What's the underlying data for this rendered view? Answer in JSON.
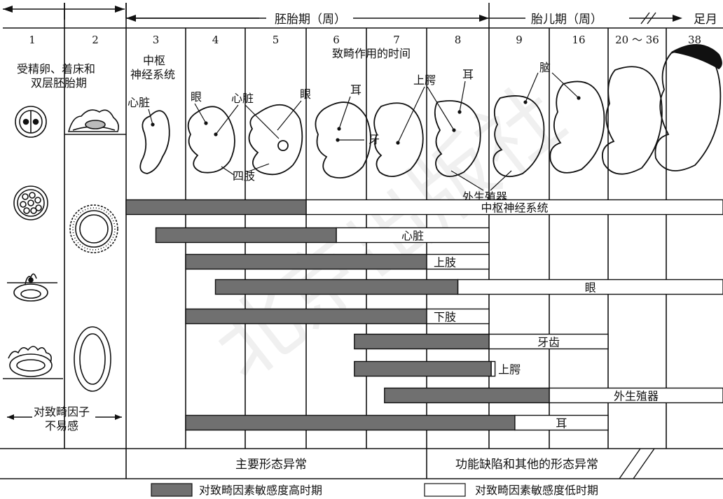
{
  "header": {
    "embryo_period_label": "胚胎期（周）",
    "fetal_period_label": "胎儿期（周）",
    "full_term_label": "足月"
  },
  "weeks": [
    "1",
    "2",
    "3",
    "4",
    "5",
    "6",
    "7",
    "8",
    "9",
    "16",
    "20 ～ 36",
    "38"
  ],
  "early_stage": {
    "title_line1": "受精卵、着床和",
    "title_line2": "双层胚胎期",
    "bottom_line1": "对致畸因子",
    "bottom_line2": "不易感"
  },
  "organ_labels": {
    "cns_line1": "中枢",
    "cns_line2": "神经系统",
    "heart_w3": "心脏",
    "eye_w4": "眼",
    "heart_w5": "心脏",
    "eye_w5": "眼",
    "ear_w6": "耳",
    "teratogen_time": "致畸作用的时间",
    "palate": "上腭",
    "ear_w8": "耳",
    "brain": "脑",
    "teeth": "牙",
    "limbs": "四肢",
    "genitalia": "外生殖器"
  },
  "sensitivity_bars": [
    {
      "organ": "中枢神经系统",
      "high_start_week": 3,
      "high_end_week": 6,
      "low_end_week": 38
    },
    {
      "organ": "心脏",
      "high_start_week": 3.5,
      "high_end_week": 6.5,
      "low_end_week": 9
    },
    {
      "organ": "上肢",
      "high_start_week": 4,
      "high_end_week": 8,
      "low_end_week": 9
    },
    {
      "organ": "眼",
      "high_start_week": 4.5,
      "high_end_week": 8.5,
      "low_end_week": 38
    },
    {
      "organ": "下肢",
      "high_start_week": 4,
      "high_end_week": 8,
      "low_end_week": 9
    },
    {
      "organ": "牙齿",
      "high_start_week": 6.8,
      "high_end_week": 9,
      "low_end_week": 20
    },
    {
      "organ": "上腭",
      "high_start_week": 6.8,
      "high_end_week": 9.25,
      "low_end_week": 9.7
    },
    {
      "organ": "外生殖器",
      "high_start_week": 7.3,
      "high_end_week": 16,
      "low_end_week": 38
    },
    {
      "organ": "耳",
      "high_start_week": 4,
      "high_end_week": 12,
      "low_end_week": 20
    }
  ],
  "footer": {
    "major_anomalies": "主要形态异常",
    "functional_defects": "功能缺陷和其他的形态异常"
  },
  "legend": {
    "high": "对致畸因素敏感度高时期",
    "low": "对致畸因素敏感度低时期"
  },
  "colors": {
    "high_fill": "#707070",
    "low_fill": "#ffffff",
    "line": "#111111"
  },
  "watermark": "北京出版社"
}
